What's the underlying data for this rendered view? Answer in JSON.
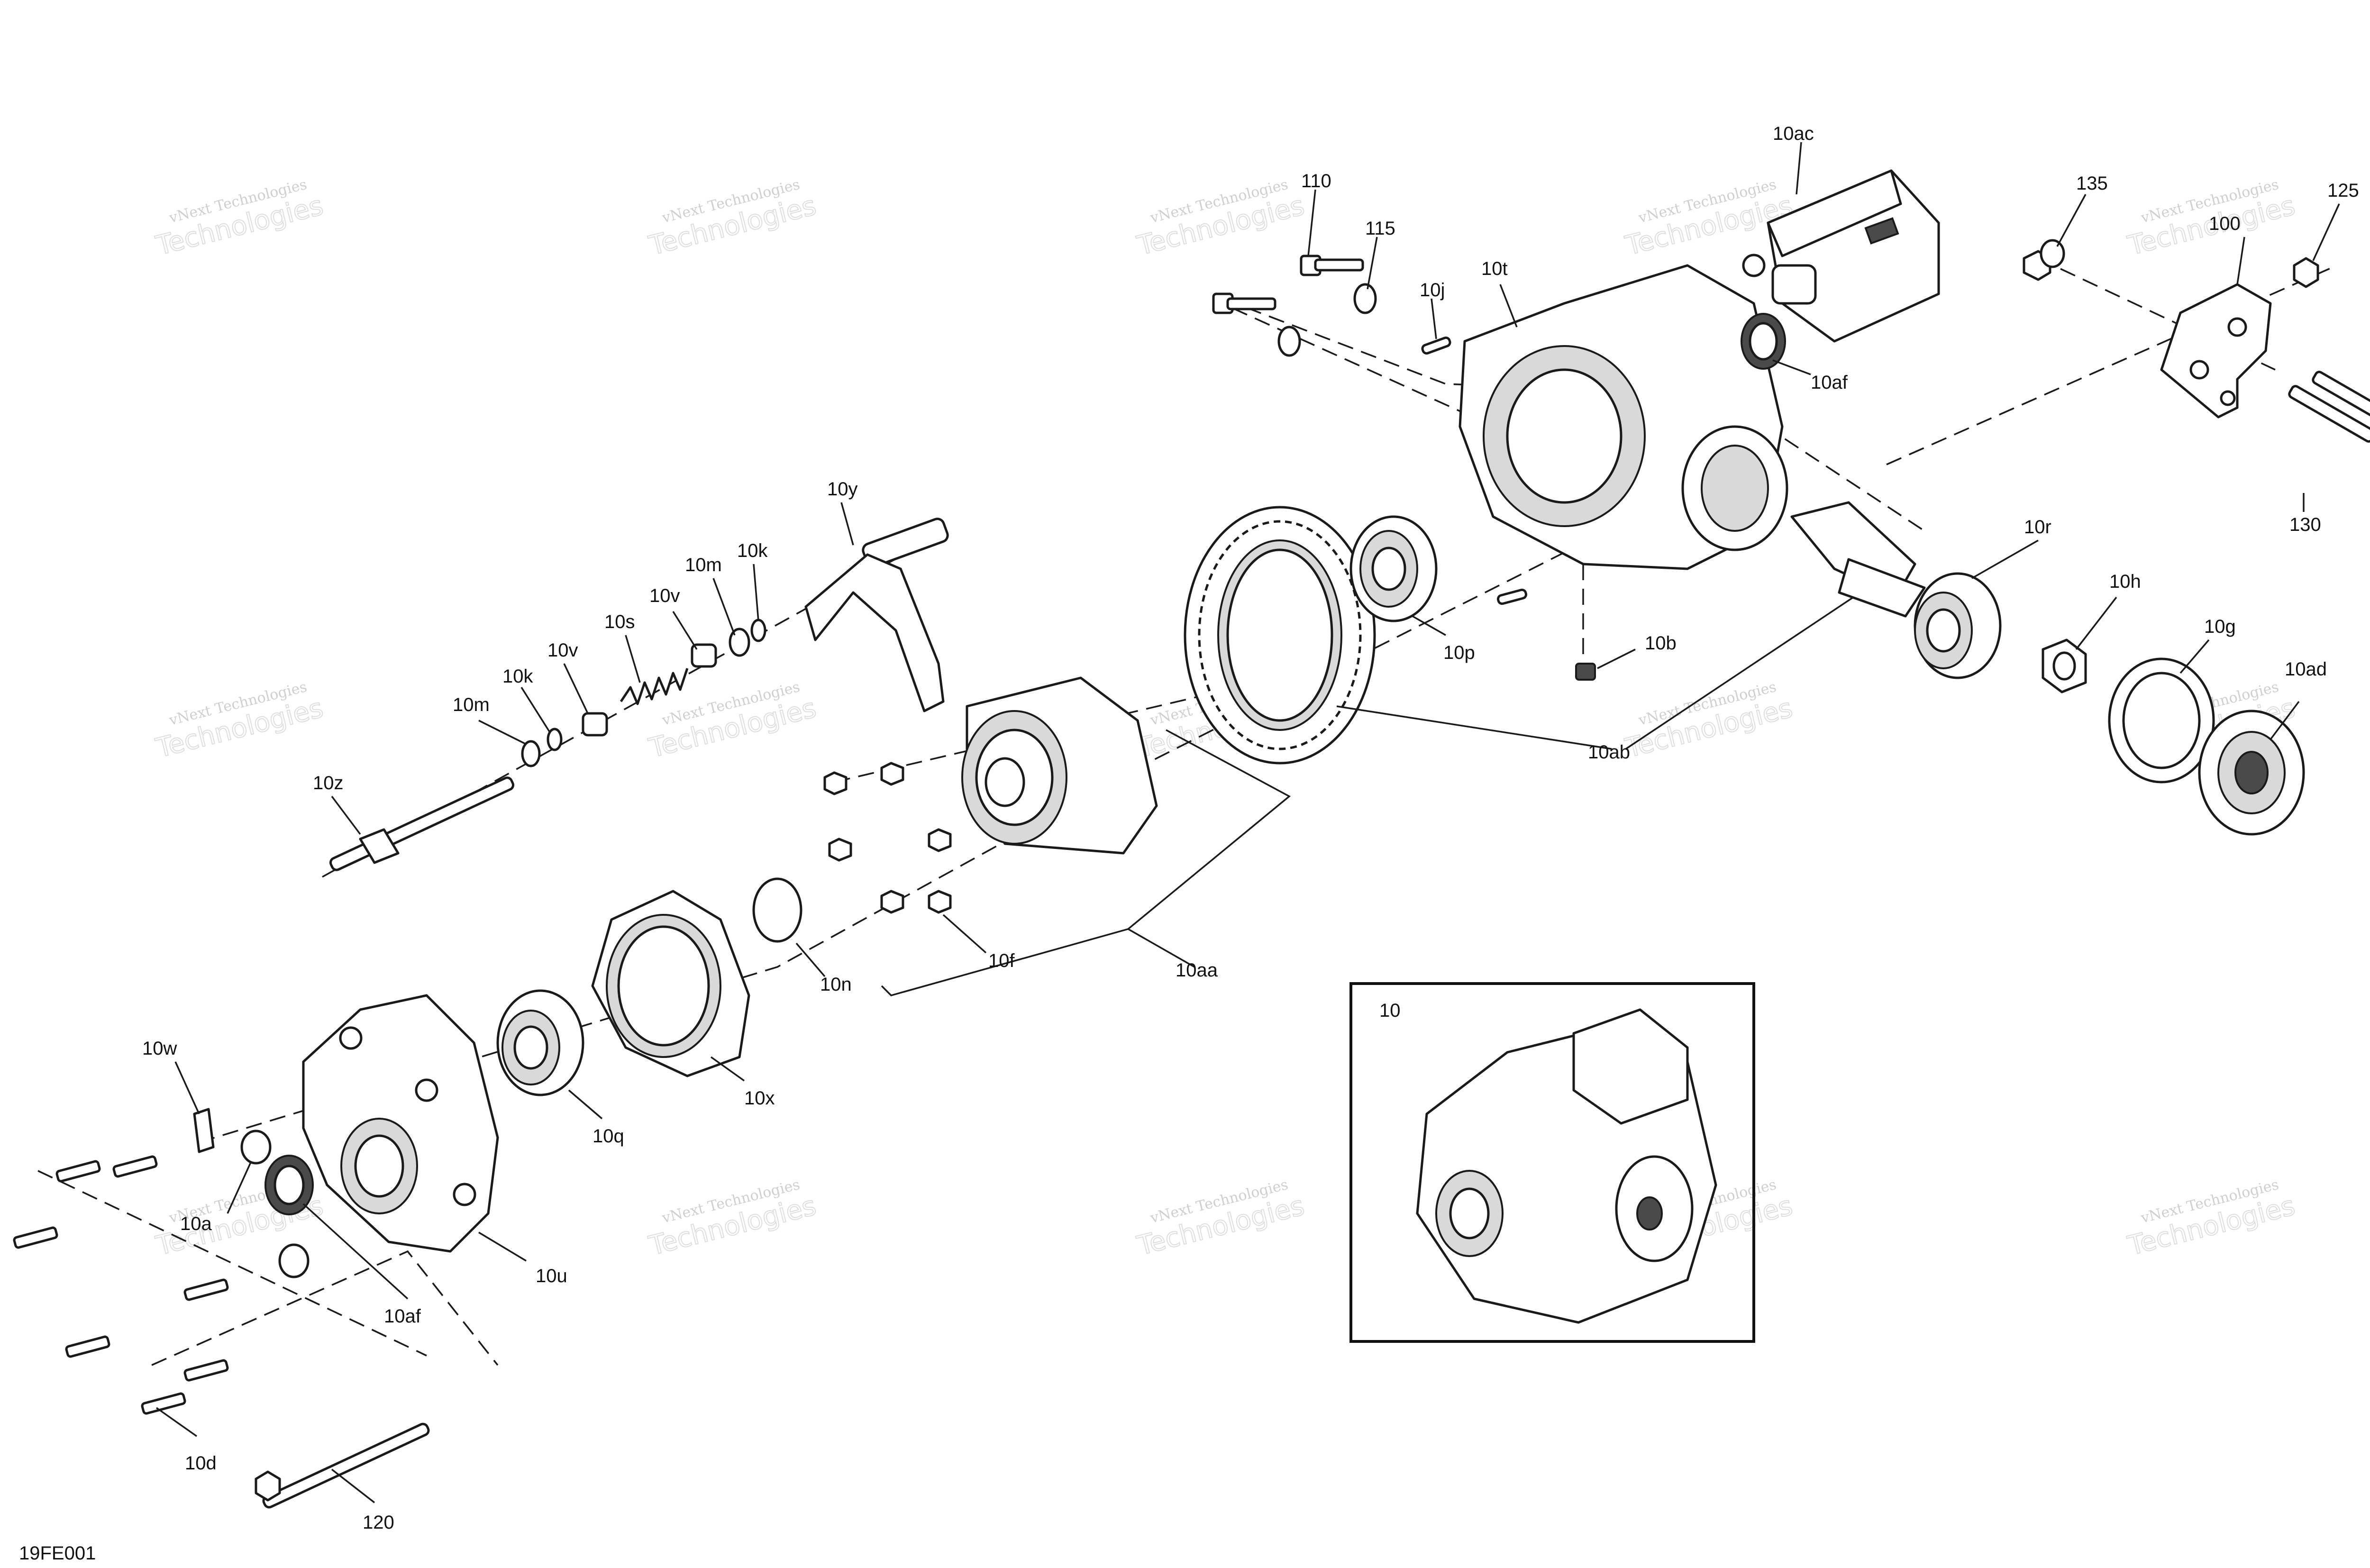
{
  "figure_code": "19FE001",
  "watermark": {
    "line1": "vNext Technologies",
    "line2": "Technologies"
  },
  "inset": {
    "label": "10"
  },
  "labels": {
    "l10ac": "10ac",
    "l110": "110",
    "l115": "115",
    "l10j": "10j",
    "l10t": "10t",
    "l10af_top": "10af",
    "l135": "135",
    "l125": "125",
    "l100": "100",
    "l130": "130",
    "l10y": "10y",
    "l10m_a": "10m",
    "l10k_a": "10k",
    "l10v_a": "10v",
    "l10s": "10s",
    "l10v_b": "10v",
    "l10k_b": "10k",
    "l10m_b": "10m",
    "l10z": "10z",
    "l10p": "10p",
    "l10b": "10b",
    "l10r": "10r",
    "l10h": "10h",
    "l10g": "10g",
    "l10ad": "10ad",
    "l10ab": "10ab",
    "l10f": "10f",
    "l10aa": "10aa",
    "l10n": "10n",
    "l10x": "10x",
    "l10w": "10w",
    "l10q": "10q",
    "l10a": "10a",
    "l10u": "10u",
    "l10af_bot": "10af",
    "l10d": "10d",
    "l120": "120"
  },
  "colors": {
    "line": "#1a1a1a",
    "watermark": "#cfcfcf",
    "background": "#ffffff"
  }
}
